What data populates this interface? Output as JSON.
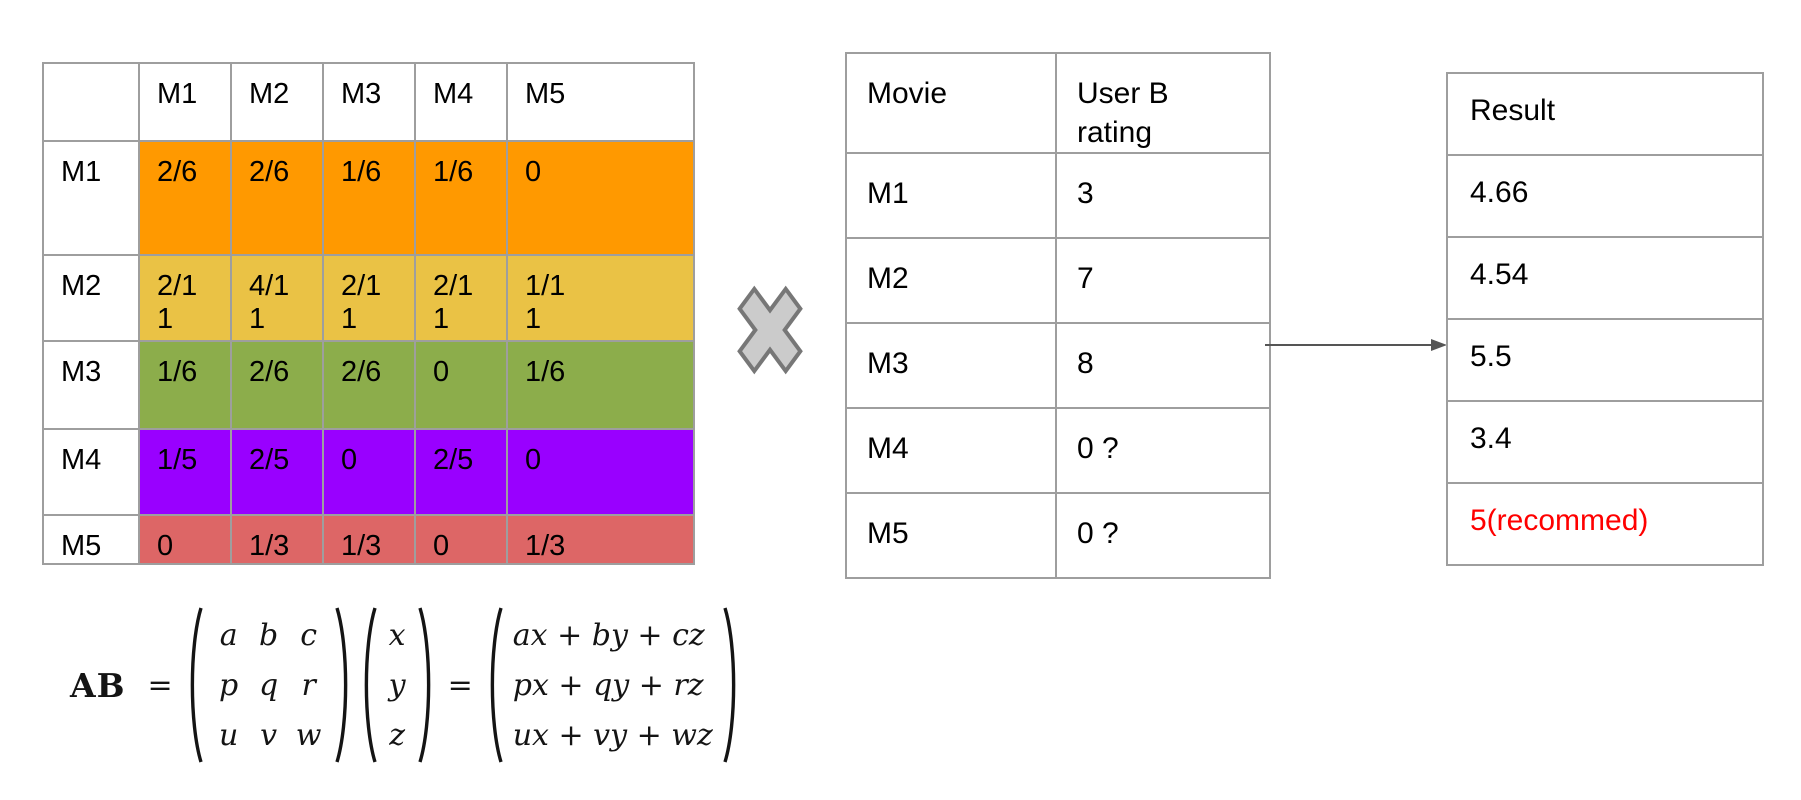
{
  "similarity_matrix": {
    "col_headers": [
      "",
      "M1",
      "M2",
      "M3",
      "M4",
      "M5"
    ],
    "rows": [
      {
        "label": "M1",
        "color": "#FF9900",
        "values": [
          "2/6",
          "2/6",
          "1/6",
          "1/6",
          "0"
        ]
      },
      {
        "label": "M2",
        "color": "#EAC245",
        "values": [
          "2/11",
          "4/11",
          "2/11",
          "2/11",
          "1/11"
        ]
      },
      {
        "label": "M3",
        "color": "#8CAD4B",
        "values": [
          "1/6",
          "2/6",
          "2/6",
          "0",
          "1/6"
        ]
      },
      {
        "label": "M4",
        "color": "#9900FF",
        "values": [
          "1/5",
          "2/5",
          "0",
          "2/5",
          "0"
        ]
      },
      {
        "label": "M5",
        "color": "#DD6666",
        "values": [
          "0",
          "1/3",
          "1/3",
          "0",
          "1/3"
        ]
      }
    ]
  },
  "multiply_icon": {
    "name": "x-cross-icon",
    "fill": "#CBCBCB",
    "stroke": "#777777"
  },
  "ratings_table": {
    "col_headers": [
      "Movie",
      "User B rating"
    ],
    "rows": [
      {
        "movie": "M1",
        "rating": "3"
      },
      {
        "movie": "M2",
        "rating": "7"
      },
      {
        "movie": "M3",
        "rating": "8"
      },
      {
        "movie": "M4",
        "rating": "0 ?"
      },
      {
        "movie": "M5",
        "rating": "0 ?"
      }
    ]
  },
  "arrow_icon": {
    "name": "right-arrow-icon",
    "color": "#555555"
  },
  "result_table": {
    "header": "Result",
    "rows": [
      {
        "value": "4.66",
        "highlight": false
      },
      {
        "value": "4.54",
        "highlight": false
      },
      {
        "value": "5.5",
        "highlight": false
      },
      {
        "value": "3.4",
        "highlight": false
      },
      {
        "value": "5(recommed)",
        "highlight": true
      }
    ],
    "highlight_color": "#FF0000"
  },
  "formula": {
    "lhs": "AB",
    "eq1": "=",
    "matrix_a": [
      [
        "a",
        "b",
        "c"
      ],
      [
        "p",
        "q",
        "r"
      ],
      [
        "u",
        "v",
        "w"
      ]
    ],
    "vector_b": [
      "x",
      "y",
      "z"
    ],
    "eq2": "=",
    "result_vector": [
      "ax + by + cz",
      "px + qy + rz",
      "ux + vy + wz"
    ]
  }
}
